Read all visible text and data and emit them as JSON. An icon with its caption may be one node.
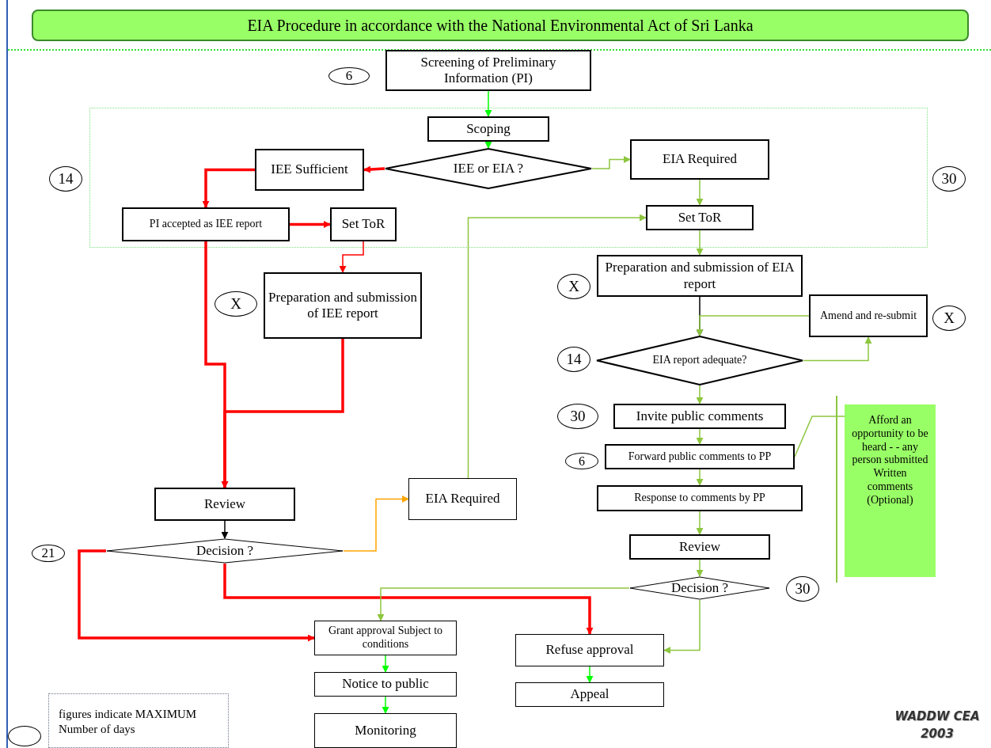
{
  "diagram": {
    "nodes": [
      {
        "text": [
          "EIA Procedure in accordance with the National Environmental Act of Sri Lanka"
        ]
      },
      {
        "text": [
          "Screening of Preliminary Information (PI)"
        ]
      },
      {
        "text": [
          "Scoping"
        ]
      },
      {
        "text": [
          "IEE or EIA ?"
        ]
      },
      {
        "text": [
          "IEE Sufficient"
        ]
      },
      {
        "text": [
          "EIA Required"
        ]
      },
      {
        "text": [
          "PI accepted as IEE report"
        ]
      },
      {
        "text": [
          "Set ToR"
        ]
      },
      {
        "text": [
          "Set ToR"
        ]
      },
      {
        "text": [
          "Preparation and submission of IEE report"
        ]
      },
      {
        "text": [
          "Preparation and submission of EIA report"
        ]
      },
      {
        "text": [
          "Amend and re-submit"
        ]
      },
      {
        "text": [
          "EIA report adequate?"
        ]
      },
      {
        "text": [
          "Invite public comments"
        ]
      },
      {
        "text": [
          "Forward public comments to PP"
        ]
      },
      {
        "text": [
          "Response to comments by PP"
        ]
      },
      {
        "text": [
          "Review"
        ]
      },
      {
        "text": [
          "EIA Required"
        ]
      },
      {
        "text": [
          "Decision ?"
        ]
      },
      {
        "text": [
          "Review"
        ]
      },
      {
        "text": [
          "Decision ?"
        ]
      },
      {
        "text": [
          "Grant approval Subject to conditions"
        ]
      },
      {
        "text": [
          "Refuse approval"
        ]
      },
      {
        "text": [
          "Notice to public"
        ]
      },
      {
        "text": [
          "Appeal"
        ]
      },
      {
        "text": [
          "Monitoring"
        ]
      },
      {
        "text": [
          "Afford an opportunity to be heard - - any person submitted Written comments (Optional)"
        ]
      },
      {
        "text": [
          "6"
        ]
      },
      {
        "text": [
          "14"
        ]
      },
      {
        "text": [
          "30"
        ]
      },
      {
        "text": [
          "X"
        ]
      },
      {
        "text": [
          "X"
        ]
      },
      {
        "text": [
          "X"
        ]
      },
      {
        "text": [
          "14"
        ]
      },
      {
        "text": [
          "30"
        ]
      },
      {
        "text": [
          "6"
        ]
      },
      {
        "text": [
          "21"
        ]
      },
      {
        "text": [
          "30"
        ]
      }
    ],
    "edges": [
      {
        "from": 1,
        "to": 2,
        "arrow": "to",
        "color": "#00ff00"
      },
      {
        "from": 2,
        "to": 3,
        "arrow": "to",
        "color": "#00ff00"
      },
      {
        "from": 3,
        "to": 4,
        "arrow": "to",
        "color": "#ff0000",
        "style": "thick"
      },
      {
        "from": 3,
        "to": 5,
        "arrow": "to"
      },
      {
        "from": 4,
        "to": 6,
        "arrow": "to",
        "color": "#ff0000",
        "style": "thick"
      },
      {
        "from": 6,
        "to": 7,
        "arrow": "to",
        "color": "#ff0000",
        "style": "thick"
      },
      {
        "from": 5,
        "to": 8,
        "arrow": "to"
      },
      {
        "from": 7,
        "to": 9,
        "arrow": "to",
        "color": "#ff0000"
      },
      {
        "from": 6,
        "to": 16,
        "arrow": "to",
        "color": "#ff0000",
        "style": "thick"
      },
      {
        "from": 9,
        "to": 16,
        "arrow": "to",
        "color": "#ff0000",
        "style": "thick"
      },
      {
        "from": 8,
        "to": 10,
        "arrow": "to"
      },
      {
        "from": 10,
        "to": 12,
        "arrow": "to",
        "color": "#000000"
      },
      {
        "from": 12,
        "to": 11,
        "arrow": "to"
      },
      {
        "from": 11,
        "to": 12,
        "arrow": "to"
      },
      {
        "from": 12,
        "to": 13,
        "arrow": "to"
      },
      {
        "from": 13,
        "to": 14,
        "arrow": "to"
      },
      {
        "from": 14,
        "to": 15,
        "arrow": "to"
      },
      {
        "from": 15,
        "to": 19,
        "arrow": "to"
      },
      {
        "from": 19,
        "to": 20,
        "arrow": "to"
      },
      {
        "from": 16,
        "to": 18,
        "arrow": "to",
        "color": "#000000"
      },
      {
        "from": 18,
        "to": 17,
        "arrow": "to",
        "color": "#ffa500"
      },
      {
        "from": 17,
        "to": 8,
        "arrow": "to"
      },
      {
        "from": 18,
        "to": 21,
        "arrow": "to",
        "color": "#ff0000",
        "style": "thick"
      },
      {
        "from": 18,
        "to": 22,
        "arrow": "to",
        "color": "#ff0000",
        "style": "thick"
      },
      {
        "from": 20,
        "to": 21,
        "arrow": "to"
      },
      {
        "from": 20,
        "to": 22,
        "arrow": "to"
      },
      {
        "from": 21,
        "to": 23,
        "arrow": "to",
        "color": "#00ff00"
      },
      {
        "from": 22,
        "to": 24,
        "arrow": "to",
        "color": "#00ff00"
      },
      {
        "from": 23,
        "to": 25,
        "arrow": "to",
        "color": "#00ff00"
      },
      {
        "from": 14,
        "to": 26,
        "arrow": "none"
      }
    ],
    "labels": [
      "WADDW CEA",
      "2003"
    ],
    "legend": [
      {
        "text": "figures indicate MAXIMUM Number of days"
      }
    ]
  }
}
